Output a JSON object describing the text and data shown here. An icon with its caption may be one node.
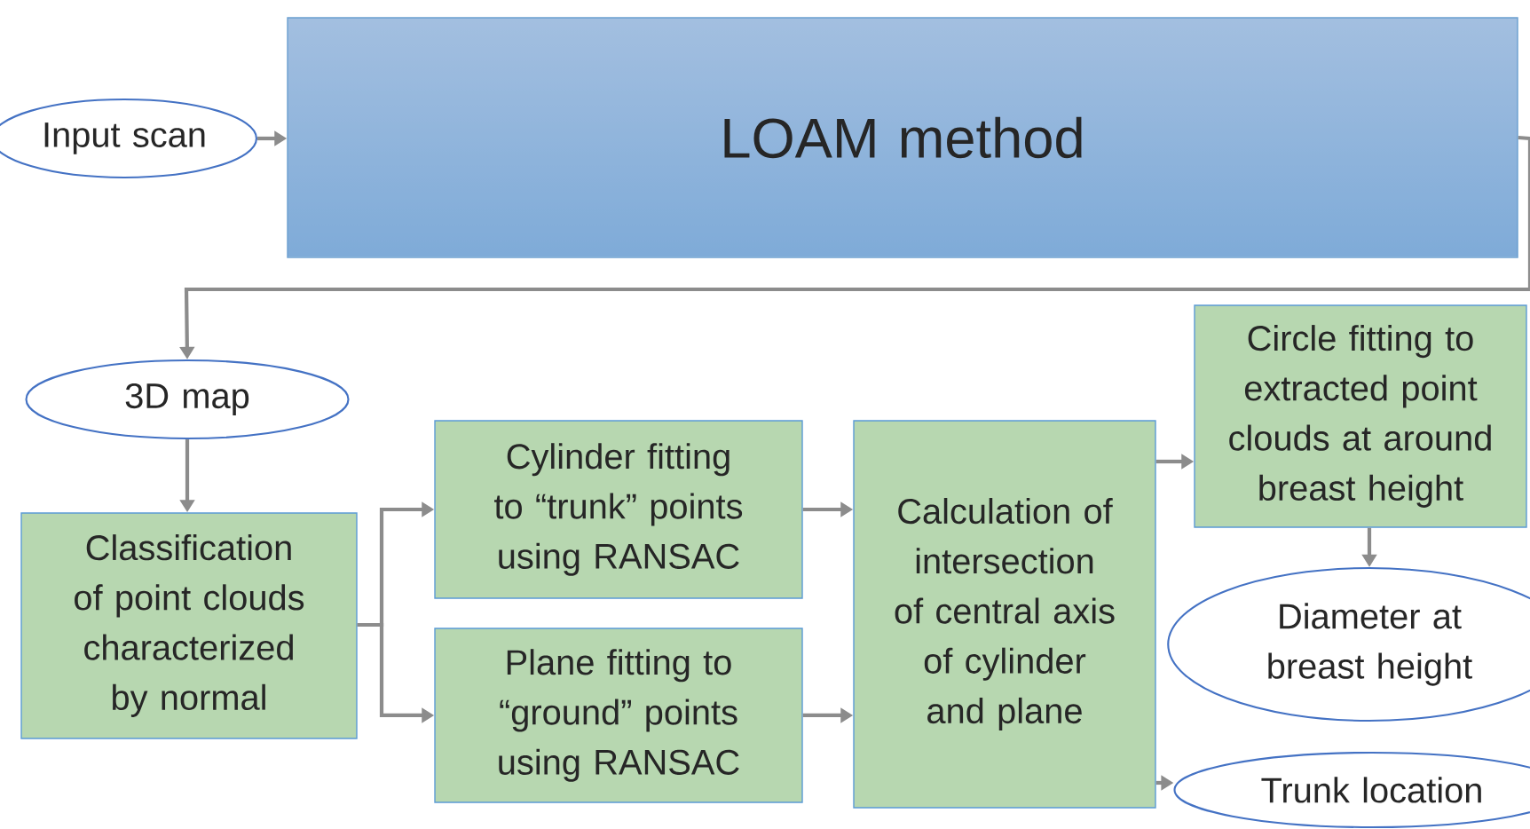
{
  "diagram": {
    "nodes": [
      {
        "text": [
          "Input scan"
        ]
      },
      {
        "text": [
          "LOAM method"
        ]
      },
      {
        "text": [
          "3D map"
        ]
      },
      {
        "text": [
          "Classification of point clouds characterized by normal"
        ]
      },
      {
        "text": [
          "Cylinder fitting to “trunk” points using RANSAC"
        ]
      },
      {
        "text": [
          "Plane fitting to “ground” points using RANSAC"
        ]
      },
      {
        "text": [
          "Calculation of intersection of central axis of cylinder and plane"
        ]
      },
      {
        "text": [
          "Circle fitting to extracted point clouds at around breast height"
        ]
      },
      {
        "text": [
          "Diameter at breast height"
        ]
      },
      {
        "text": [
          "Trunk location"
        ]
      }
    ],
    "edges": [
      {
        "from": 0,
        "to": 1,
        "arrow": "to"
      },
      {
        "from": 1,
        "to": 2,
        "arrow": "to"
      },
      {
        "from": 2,
        "to": 3,
        "arrow": "to"
      },
      {
        "from": 3,
        "to": 4,
        "arrow": "to"
      },
      {
        "from": 3,
        "to": 5,
        "arrow": "to"
      },
      {
        "from": 4,
        "to": 6,
        "arrow": "to"
      },
      {
        "from": 5,
        "to": 6,
        "arrow": "to"
      },
      {
        "from": 6,
        "to": 7,
        "arrow": "to"
      },
      {
        "from": 7,
        "to": 8,
        "arrow": "to"
      },
      {
        "from": 6,
        "to": 9,
        "arrow": "to"
      }
    ]
  }
}
